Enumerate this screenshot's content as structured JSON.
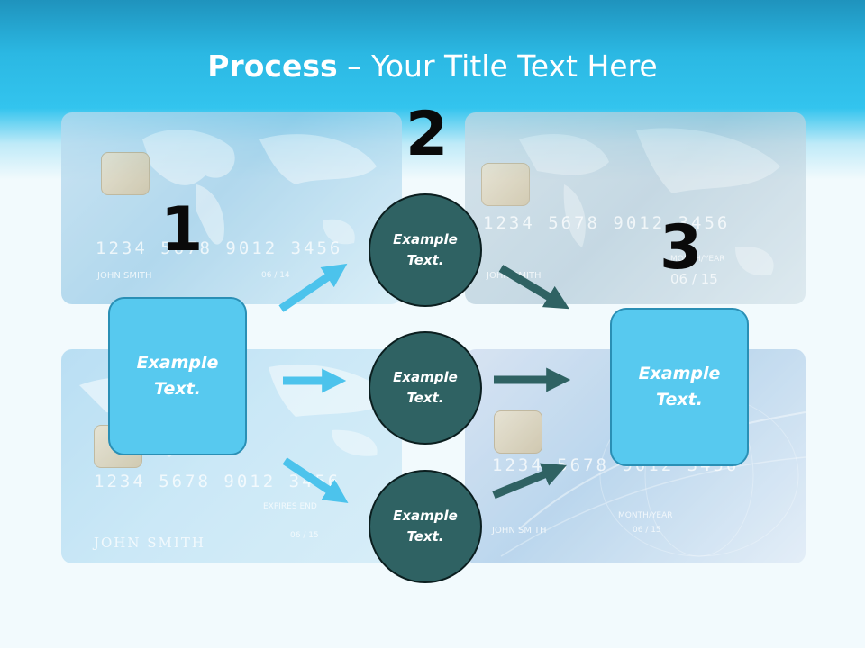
{
  "title": {
    "bold": "Process",
    "rest": " – Your Title Text Here"
  },
  "steps": {
    "one": "1",
    "two": "2",
    "three": "3"
  },
  "boxes": {
    "left_line1": "Example",
    "left_line2": "Text.",
    "right_line1": "Example",
    "right_line2": "Text."
  },
  "circles": [
    {
      "line1": "Example",
      "line2": "Text."
    },
    {
      "line1": "Example",
      "line2": "Text."
    },
    {
      "line1": "Example",
      "line2": "Text."
    }
  ],
  "cards": {
    "top_left": {
      "number": "1234 5678 9012 3456",
      "name": "JOHN SMITH",
      "exp": "06 / 14"
    },
    "top_right": {
      "number": "1234 5678 9012 3456",
      "name": "JOHN SMITH",
      "exp": "06 / 15",
      "exp_label": "MONTH/YEAR"
    },
    "bottom_left": {
      "number": "1234 5678 9012 3456",
      "name": "JOHN SMITH",
      "exp_label": "EXPIRES END",
      "exp": "06 / 15"
    },
    "bottom_right": {
      "number": "1234 5678 9012 3456",
      "name": "JOHN SMITH",
      "exp_label": "MONTH/YEAR",
      "exp": "06 / 15"
    }
  },
  "colors": {
    "header": "#33c4ee",
    "box_fill": "#57c9ef",
    "circle_fill": "#2f6263",
    "arrow_light": "#4cc3ec",
    "arrow_dark": "#2f6263"
  }
}
